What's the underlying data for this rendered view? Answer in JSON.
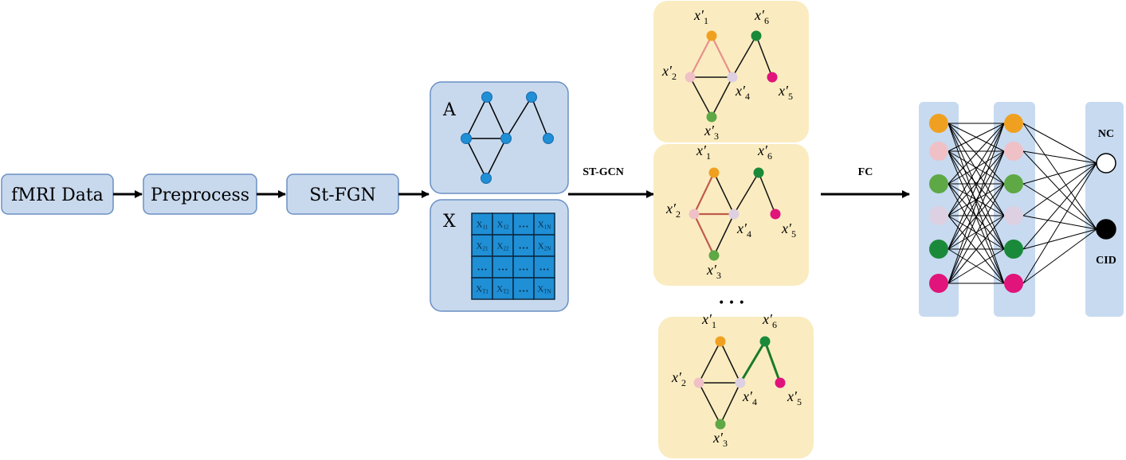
{
  "pipeline": {
    "steps": [
      "fMRI Data",
      "Preprocess",
      "St-FGN"
    ]
  },
  "adjacency_label": "A",
  "feature_label": "X",
  "matrix": [
    [
      "X",
      "11",
      "X",
      "12",
      "…",
      "",
      "X",
      "1N"
    ],
    [
      "X",
      "21",
      "X",
      "22",
      "…",
      "",
      "X",
      "2N"
    ],
    [
      "…",
      "",
      "…",
      "",
      "…",
      "",
      "…",
      ""
    ],
    [
      "X",
      "T1",
      "X",
      "T2",
      "…",
      "",
      "X",
      "TN"
    ]
  ],
  "arrow_labels": {
    "gcn": "ST-GCN",
    "fc": "FC"
  },
  "node_labels": [
    "x′",
    "1",
    "2",
    "3",
    "4",
    "5",
    "6"
  ],
  "ellipsis": "•  •  •",
  "outputs": {
    "nc": "NC",
    "cid": "CID"
  },
  "colors": {
    "box_fill": "#c8d9ee",
    "box_stroke": "#6b8fc4",
    "panel_fill": "#faecc0",
    "node_blue": "#1f8fd6",
    "cell_fill": "#1f8fd6",
    "col_fill": "#c7daf0",
    "orange": "#f0a020",
    "pink": "#efc1c6",
    "lightgreen": "#5ea845",
    "lavender": "#ddd0e2",
    "darkgreen": "#1a8a3a",
    "magenta": "#e0147a",
    "edge_red": "#c05a4a",
    "edge_green": "#1a7a2a"
  }
}
